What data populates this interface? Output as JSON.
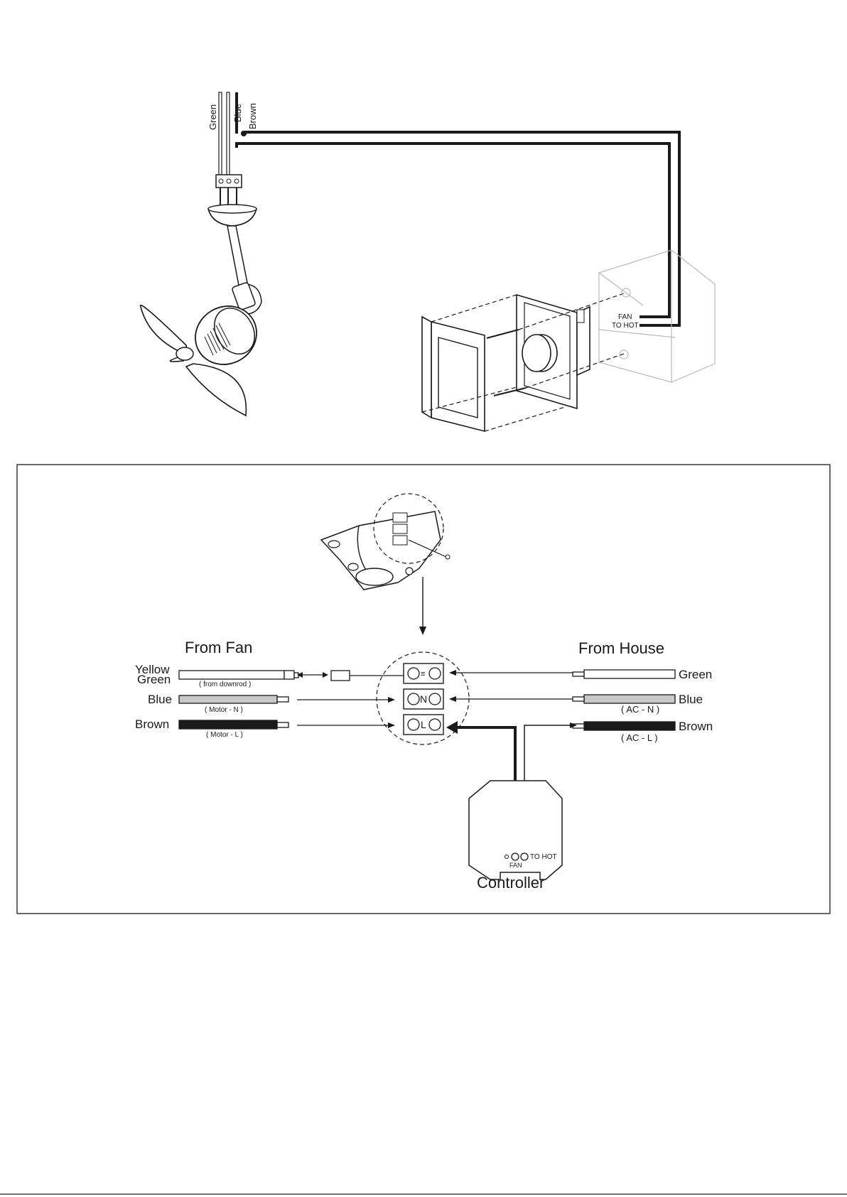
{
  "top_diagram": {
    "fan_wire_labels": [
      "Green",
      "Blue",
      "Brown"
    ],
    "wall_box_labels": [
      "FAN",
      "TO HOT"
    ]
  },
  "bottom_diagram": {
    "from_fan_title": "From Fan",
    "from_house_title": "From House",
    "fan_wires": [
      {
        "label_line1": "Yellow",
        "label_line2": "Green",
        "caption": "( from downrod )",
        "color": "#ffffff"
      },
      {
        "label_line1": "Blue",
        "caption": "( Motor - N )",
        "color": "#c8c8c8"
      },
      {
        "label_line1": "Brown",
        "caption": "( Motor - L )",
        "color": "#1a1a1a"
      }
    ],
    "house_wires": [
      {
        "label": "Green",
        "caption": "",
        "color": "#ffffff"
      },
      {
        "label": "Blue",
        "caption": "( AC - N )",
        "color": "#c8c8c8"
      },
      {
        "label": "Brown",
        "caption": "( AC - L )",
        "color": "#1a1a1a"
      }
    ],
    "terminal_symbols": [
      "≡",
      "N",
      "L"
    ],
    "controller": {
      "title": "Controller",
      "terminal_fan": "FAN",
      "terminal_hot": "TO HOT"
    }
  }
}
